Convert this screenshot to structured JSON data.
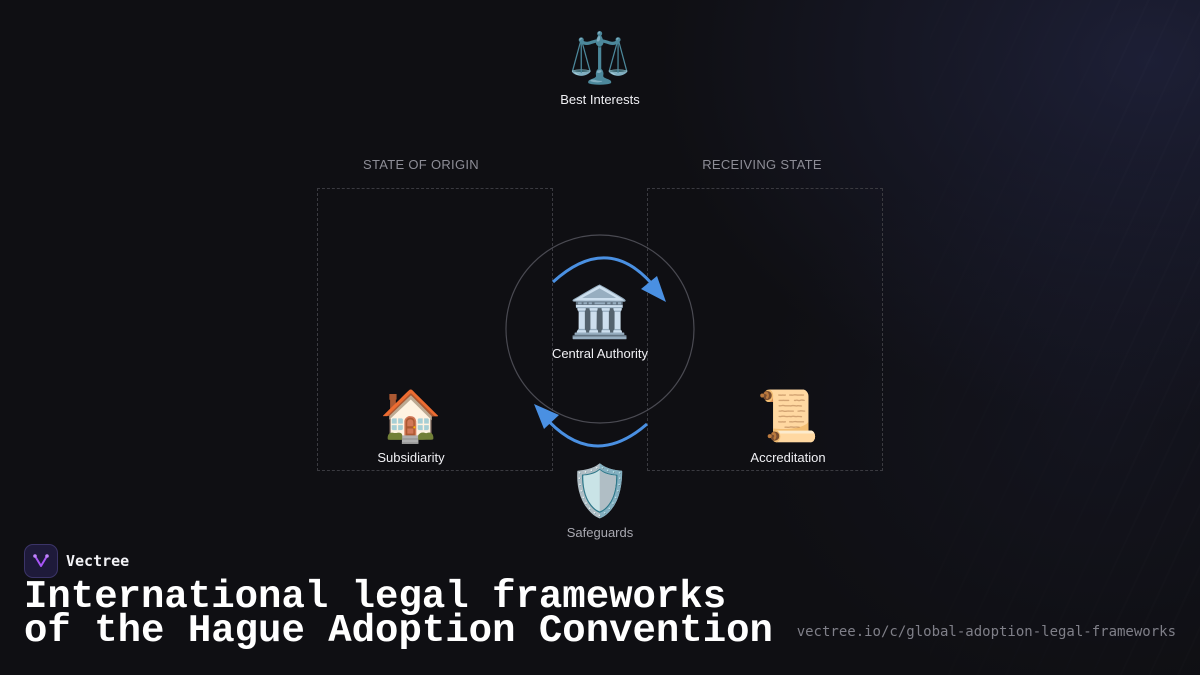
{
  "diagram": {
    "regions": {
      "origin": {
        "label": "STATE OF ORIGIN"
      },
      "receiving": {
        "label": "RECEIVING STATE"
      }
    },
    "nodes": {
      "best_interests": {
        "icon": "⚖️",
        "icon_name": "scales-icon",
        "label": "Best Interests"
      },
      "central_authority": {
        "icon": "🏛️",
        "icon_name": "classical-building-icon",
        "label": "Central Authority"
      },
      "subsidiarity": {
        "icon": "🏠",
        "icon_name": "house-icon",
        "label": "Subsidiarity"
      },
      "accreditation": {
        "icon": "📜",
        "icon_name": "scroll-icon",
        "label": "Accreditation"
      },
      "safeguards": {
        "icon": "🛡️",
        "icon_name": "shield-icon",
        "label": "Safeguards"
      }
    },
    "arrow_color": "#4a90e2"
  },
  "brand": {
    "name": "Vectree",
    "logo_color": "#a855f7"
  },
  "title": "International legal frameworks of the Hague Adoption Convention",
  "url": "vectree.io/c/global-adoption-legal-frameworks"
}
